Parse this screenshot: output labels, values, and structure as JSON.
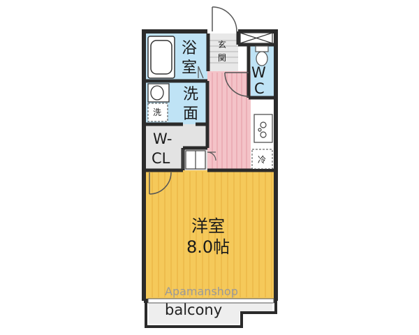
{
  "colors": {
    "wall": "#2b2b2b",
    "bath_blue": "#bfe3f5",
    "corridor_pink": "#f4c3c8",
    "room_yellow": "#f5c95a",
    "closet_gray": "#e3e3e3",
    "wc_blue": "#bfe3f5",
    "balcony_gray": "#eeeeee"
  },
  "labels": {
    "bathroom_line1": "浴",
    "bathroom_line2": "室",
    "washroom_line1": "洗",
    "washroom_line2": "面",
    "washer": "洗",
    "entrance_line1": "玄",
    "entrance_line2": "関",
    "wc_line1": "W",
    "wc_line2": "C",
    "closet_line1": "W-",
    "closet_line2": "CL",
    "fridge": "冷",
    "room_name": "洋室",
    "room_size": "8.0帖",
    "balcony": "balcony",
    "watermark": "Apamanshop"
  }
}
